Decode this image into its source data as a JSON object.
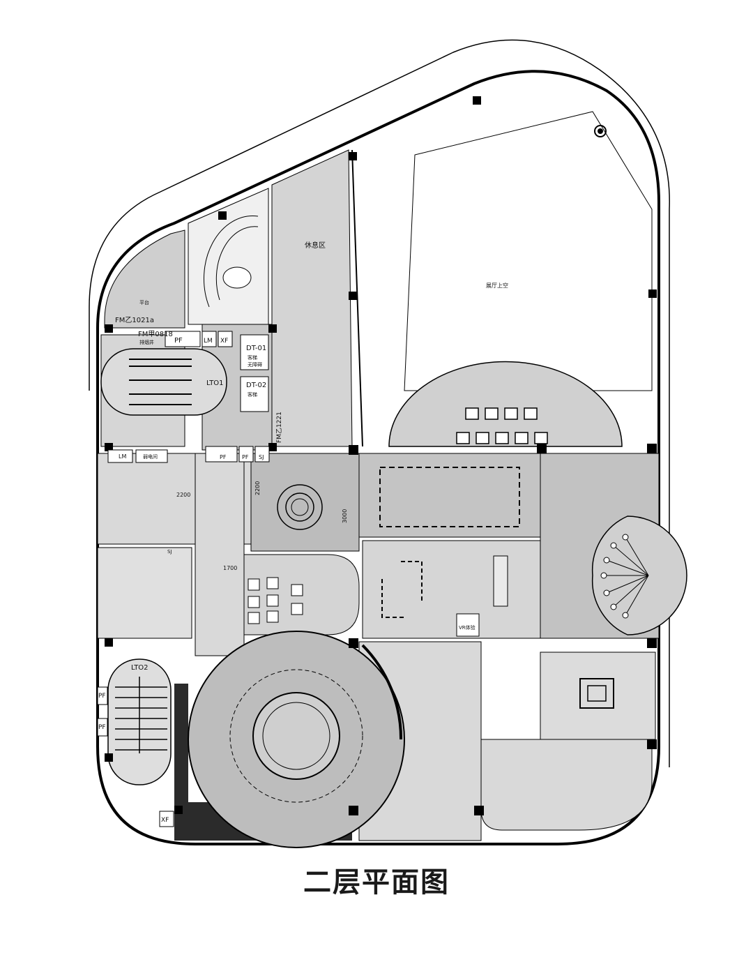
{
  "caption": "二层平面图",
  "labels": {
    "rest_area": "休息区",
    "upper_void": "展厅上空",
    "fire_door_1": "FM乙1021a",
    "fire_door_2": "FM甲0818",
    "fire_door_2_sub": "排烟井",
    "fire_door_3": "FM乙1221",
    "pf": "PF",
    "lm": "LM",
    "xf": "XF",
    "sj": "SJ",
    "dt01": "DT-01",
    "dt02": "DT-02",
    "elevator": "客梯",
    "elevator_sub": "无障碍",
    "lto1": "LTO1",
    "lto2": "LTO2",
    "dim_2200_h": "2200",
    "dim_2200_v": "2200",
    "dim_3000": "3000",
    "dim_1700": "1700",
    "weak_room": "弱电间",
    "vr_room": "VR体验",
    "terrace": "平台"
  },
  "colors": {
    "room_light": "#d9d9d9",
    "room_mid": "#c4c4c4",
    "wall": "#2b2b2b",
    "outline": "#000000"
  }
}
